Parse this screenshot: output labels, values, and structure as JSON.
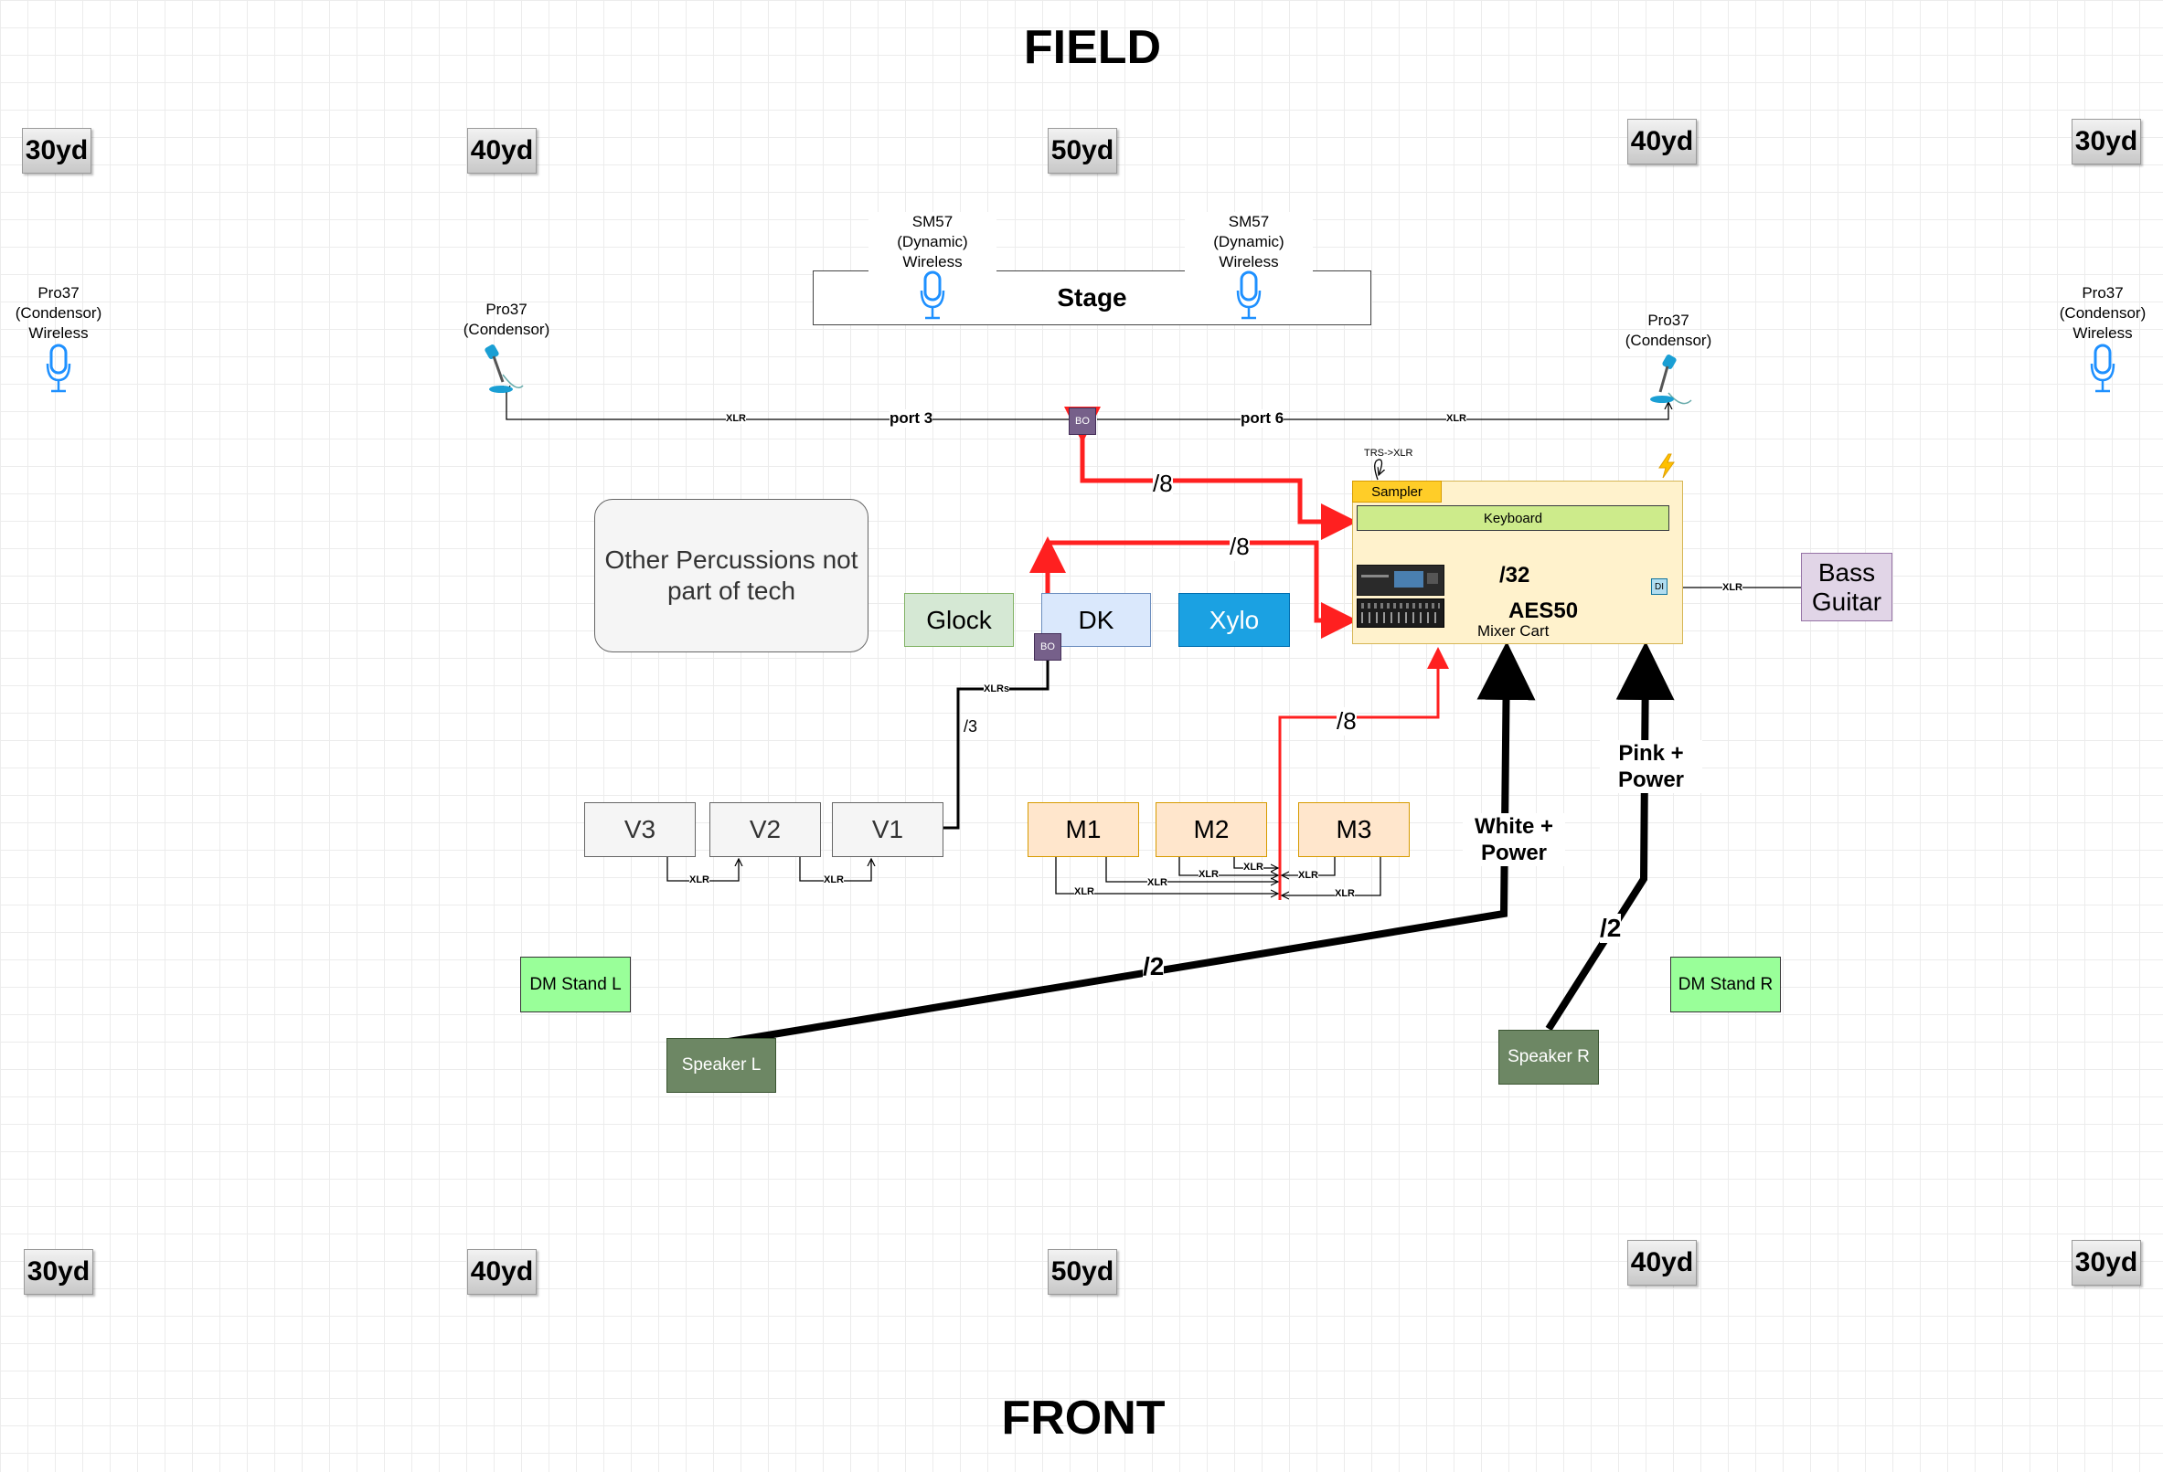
{
  "titles": {
    "field": "FIELD",
    "front": "FRONT"
  },
  "yard_markers": {
    "top": [
      "30yd",
      "40yd",
      "50yd",
      "40yd",
      "30yd"
    ],
    "bottom": [
      "30yd",
      "40yd",
      "50yd",
      "40yd",
      "30yd"
    ]
  },
  "stage": {
    "label": "Stage"
  },
  "mics": {
    "far_left": {
      "label": "Pro37\n(Condensor)\nWireless",
      "icon": "wireless-mic-icon"
    },
    "left": {
      "label": "Pro37\n(Condensor)",
      "icon": "condenser-mic-icon"
    },
    "stage_left": {
      "label": "SM57\n(Dynamic)\nWireless",
      "icon": "wireless-mic-icon"
    },
    "stage_right": {
      "label": "SM57\n(Dynamic)\nWireless",
      "icon": "wireless-mic-icon"
    },
    "right": {
      "label": "Pro37\n(Condensor)",
      "icon": "condenser-mic-icon"
    },
    "far_right": {
      "label": "Pro37\n(Condensor)\nWireless",
      "icon": "wireless-mic-icon"
    }
  },
  "wire_labels": {
    "xlr": "XLR",
    "xlrs": "XLRs",
    "port3": "port 3",
    "port6": "port 6",
    "slash8": "/8",
    "slash32": "/32",
    "slash3": "/3",
    "slash2": "/2",
    "trs_xlr": "TRS->XLR",
    "aes50": "AES50",
    "white_power": "White +\nPower",
    "pink_power": "Pink +\nPower"
  },
  "breakout": {
    "label": "BO"
  },
  "di": {
    "label": "DI"
  },
  "instruments": {
    "other_perc": "Other Percussions not part of tech",
    "glock": "Glock",
    "dk": "DK",
    "xylo": "Xylo",
    "bass": "Bass\nGuitar",
    "v3": "V3",
    "v2": "V2",
    "v1": "V1",
    "m1": "M1",
    "m2": "M2",
    "m3": "M3"
  },
  "mixer_cart": {
    "label": "Mixer Cart",
    "sampler": "Sampler",
    "keyboard": "Keyboard",
    "power_icon": "lightning-icon"
  },
  "stands": {
    "left": "DM Stand L",
    "right": "DM Stand R"
  },
  "speakers": {
    "left": "Speaker L",
    "right": "Speaker R"
  },
  "colors": {
    "red_wire": "#ff2020",
    "glock": "#d5e8d4",
    "dk": "#dae8fc",
    "xylo": "#1ba1e2",
    "bass": "#e1d5e7",
    "m_boxes": "#ffe6cc",
    "cart": "#fff2cc",
    "keyboard": "#cdeb8b",
    "sampler": "#ffcd28",
    "dm_stand": "#99ff99",
    "speaker": "#6d8764",
    "breakout": "#76608a"
  }
}
